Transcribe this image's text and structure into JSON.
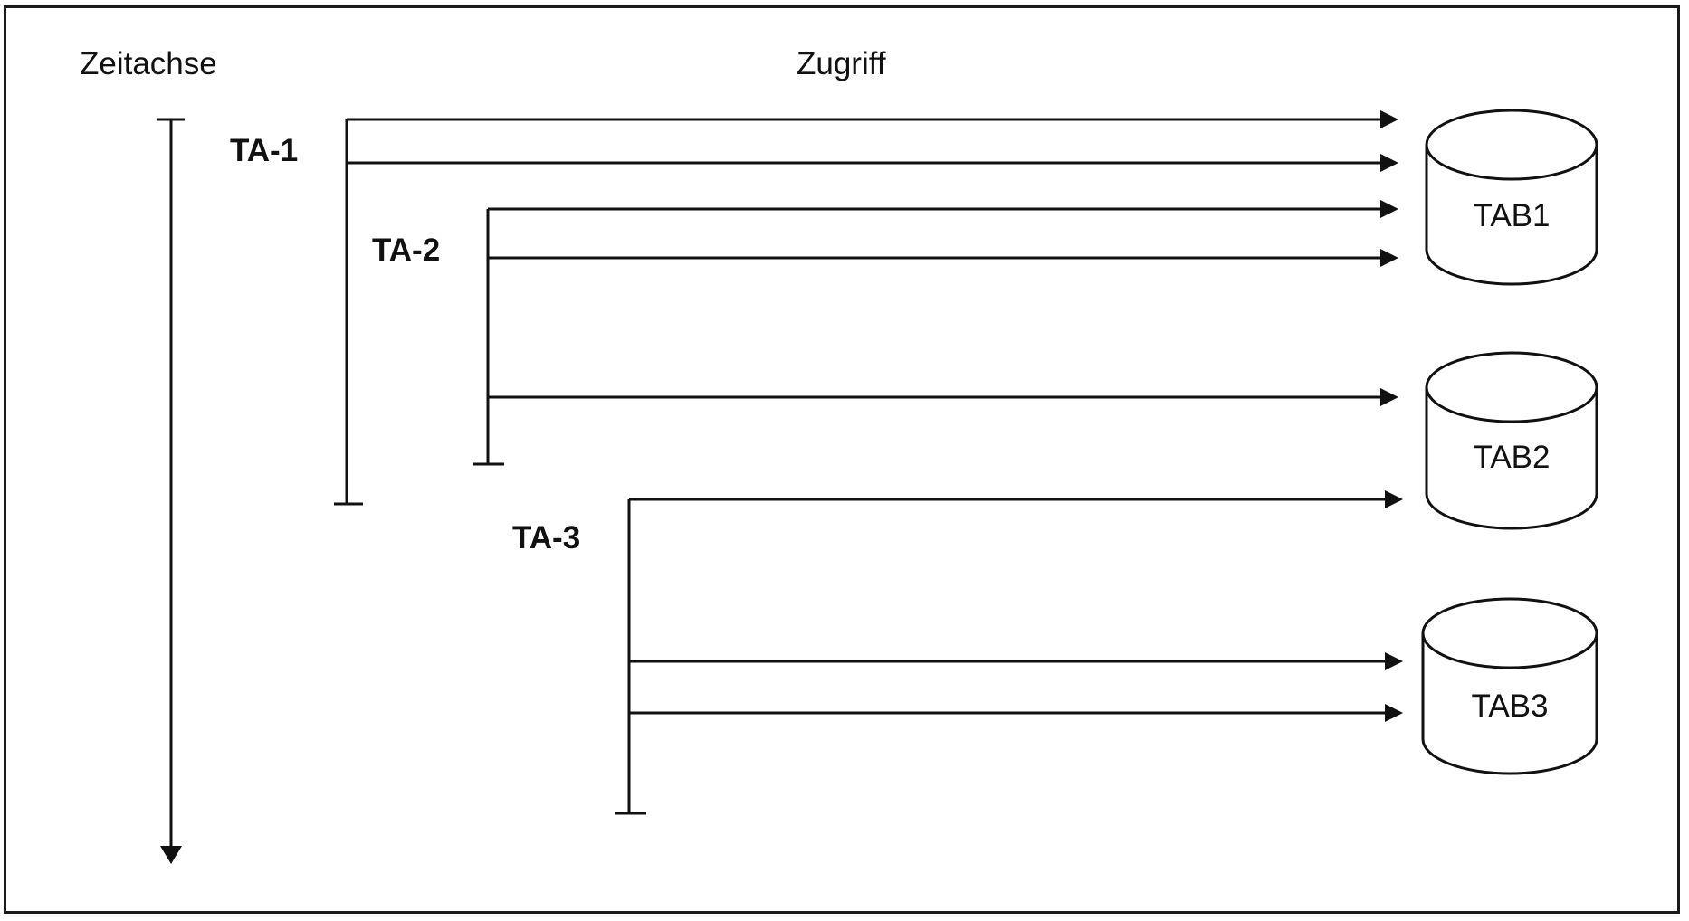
{
  "labels": {
    "time_axis": "Zeitachse",
    "access": "Zugriff"
  },
  "transactions": [
    {
      "id": "ta1",
      "label": "TA-1",
      "accesses": [
        "TAB1",
        "TAB1"
      ]
    },
    {
      "id": "ta2",
      "label": "TA-2",
      "accesses": [
        "TAB1",
        "TAB1",
        "TAB2"
      ]
    },
    {
      "id": "ta3",
      "label": "TA-3",
      "accesses": [
        "TAB2",
        "TAB3",
        "TAB3"
      ]
    }
  ],
  "tables": [
    {
      "id": "tab1",
      "label": "TAB1"
    },
    {
      "id": "tab2",
      "label": "TAB2"
    },
    {
      "id": "tab3",
      "label": "TAB3"
    }
  ],
  "colors": {
    "line": "#111111",
    "background": "#ffffff",
    "frame": "#1a1a1a"
  }
}
